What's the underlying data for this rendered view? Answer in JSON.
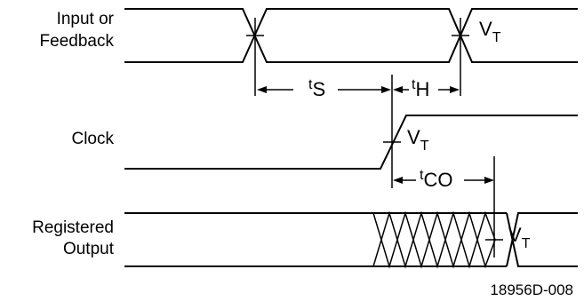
{
  "signals": {
    "input": {
      "line1": "Input or",
      "line2": "Feedback"
    },
    "clock": {
      "label": "Clock"
    },
    "output": {
      "line1": "Registered",
      "line2": "Output"
    }
  },
  "thresholds": [
    {
      "main": "V",
      "sub": "T"
    },
    {
      "main": "V",
      "sub": "T"
    },
    {
      "main": "V",
      "sub": "T"
    }
  ],
  "timing": {
    "setup": {
      "pre": "t",
      "sub": "S"
    },
    "hold": {
      "pre": "t",
      "sub": "H"
    },
    "clock_to_output": {
      "pre": "t",
      "sub": "CO"
    }
  },
  "figure_id": "18956D-008"
}
